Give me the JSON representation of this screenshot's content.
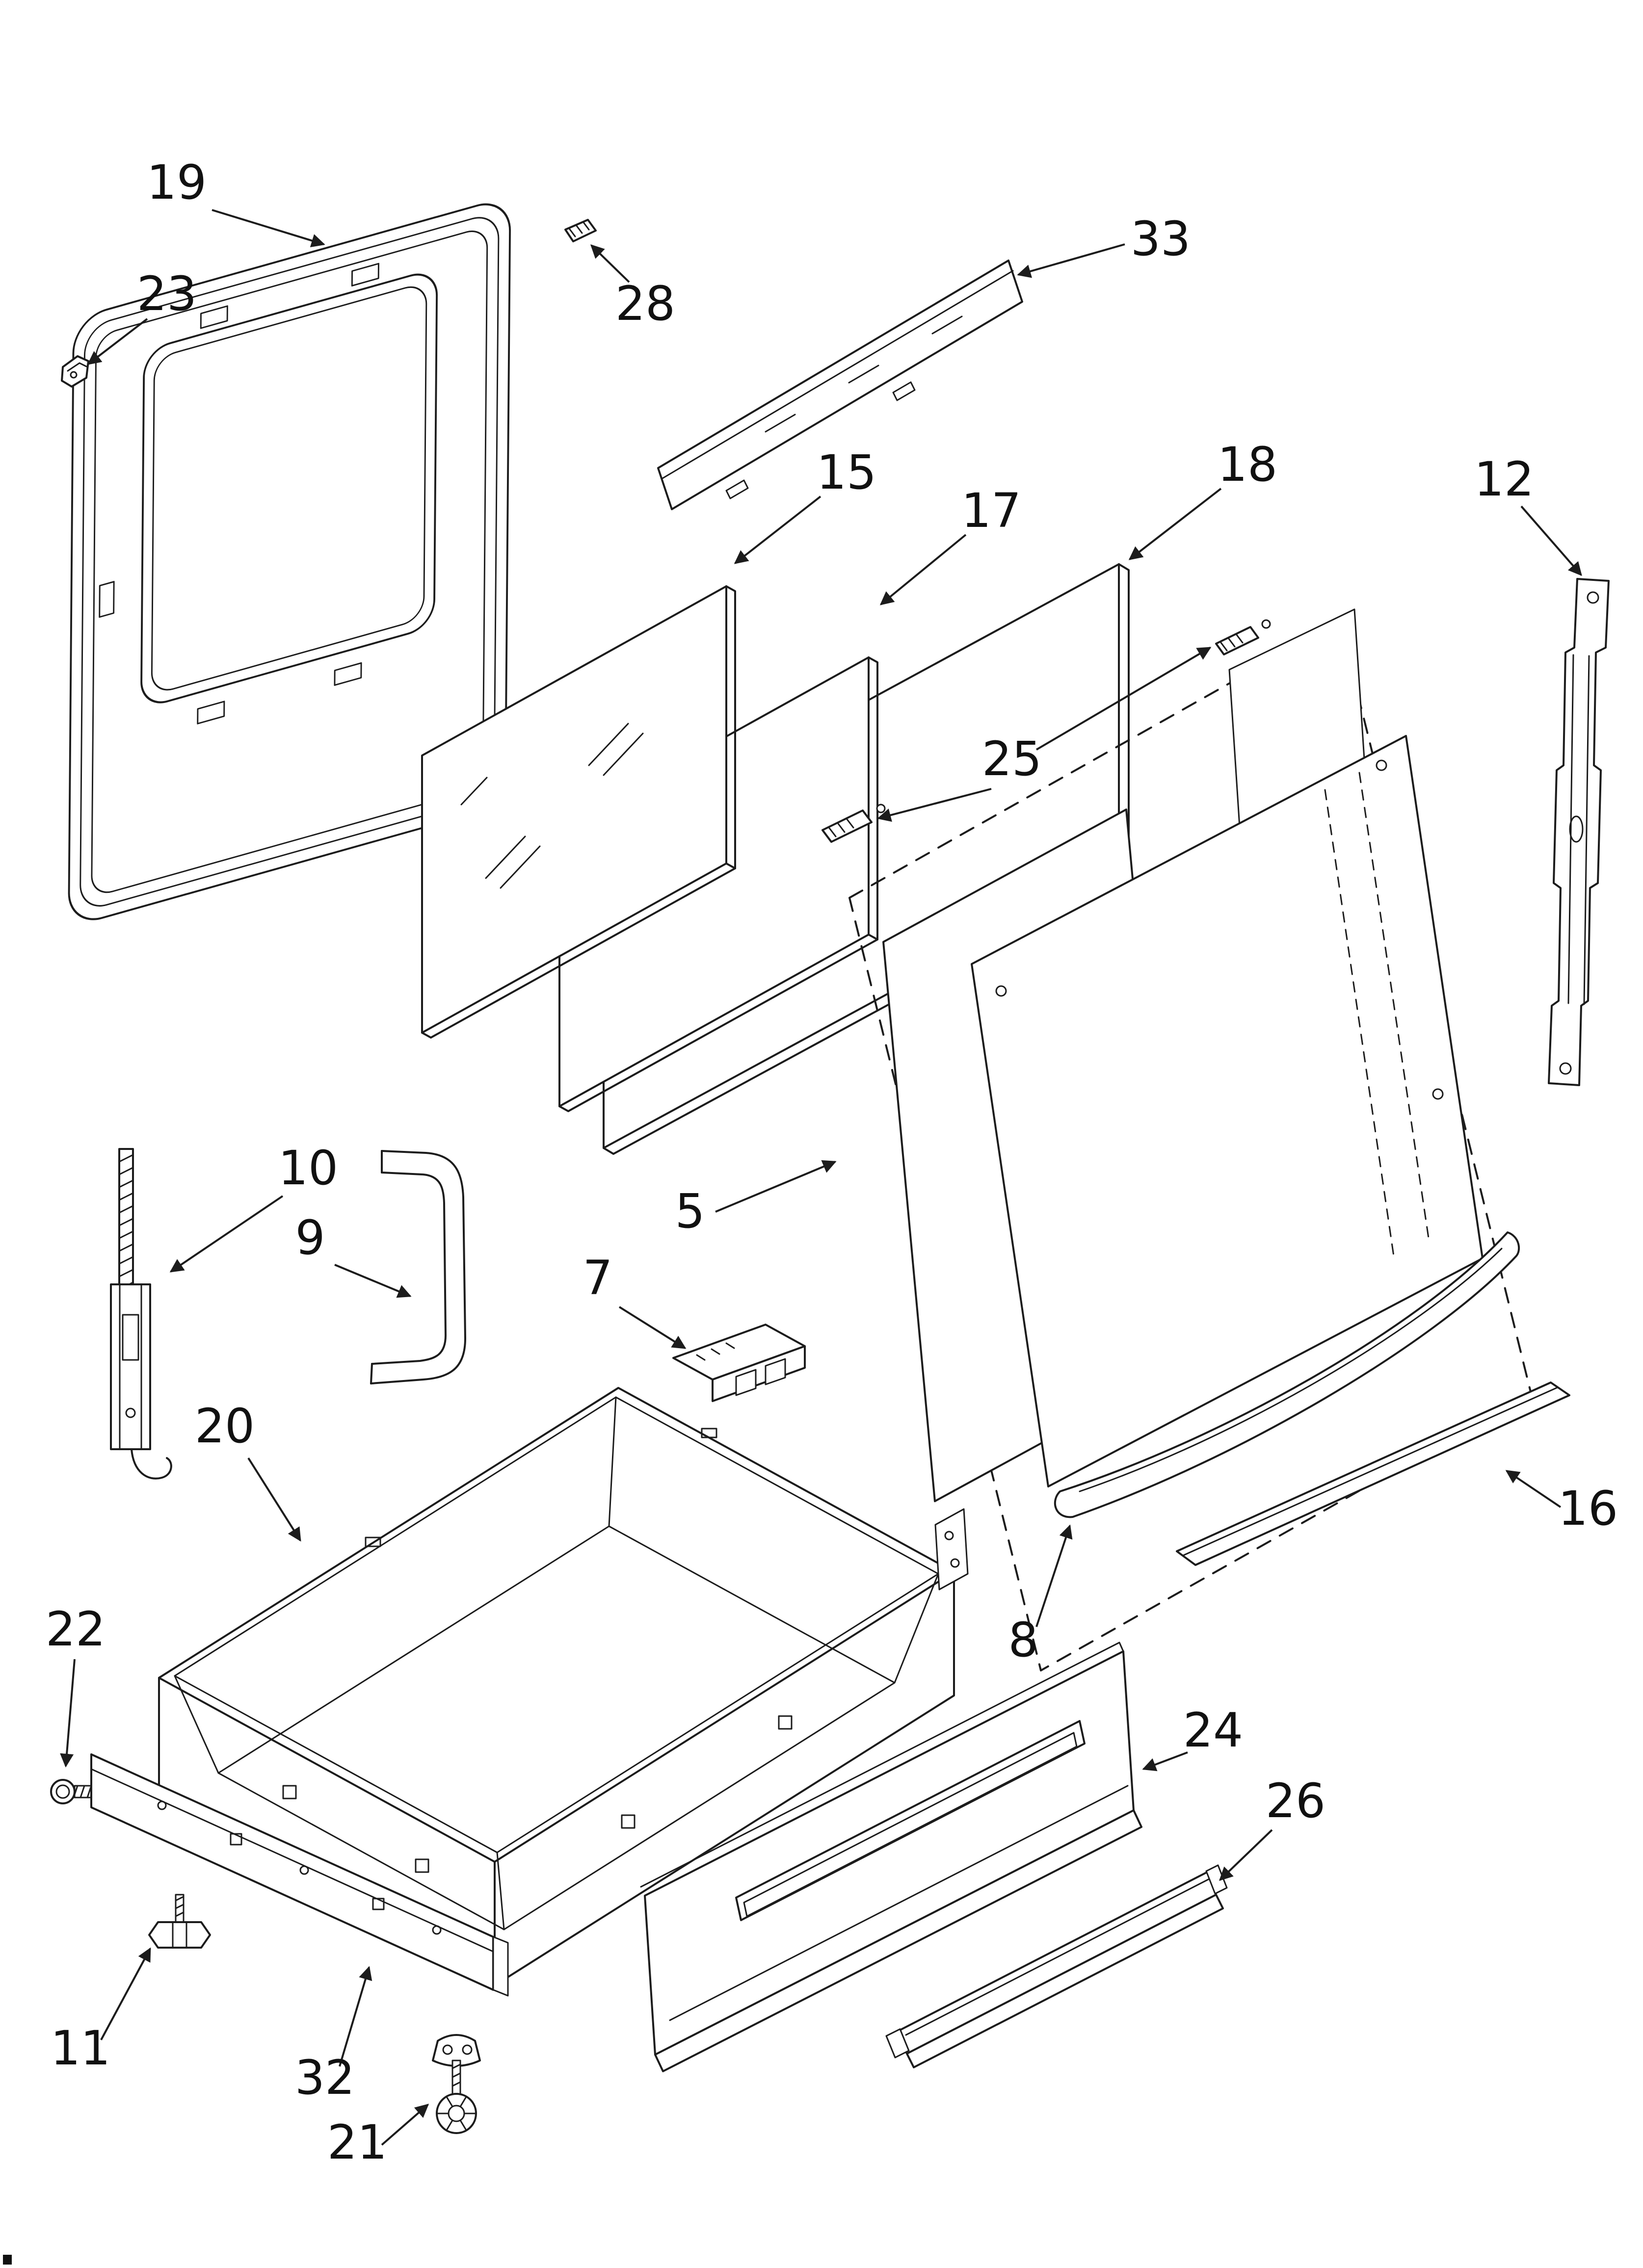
{
  "page": {
    "background": "#ffffff",
    "line_color": "#1c1c1c",
    "type": "exploded-parts-diagram",
    "subject": "oven door and drawer parts"
  },
  "diagram": {
    "callouts": [
      {
        "part": "19"
      },
      {
        "part": "23"
      },
      {
        "part": "28"
      },
      {
        "part": "33"
      },
      {
        "part": "15"
      },
      {
        "part": "17"
      },
      {
        "part": "18"
      },
      {
        "part": "12"
      },
      {
        "part": "25"
      },
      {
        "part": "5"
      },
      {
        "part": "10"
      },
      {
        "part": "9"
      },
      {
        "part": "7"
      },
      {
        "part": "20"
      },
      {
        "part": "22"
      },
      {
        "part": "16"
      },
      {
        "part": "8"
      },
      {
        "part": "24"
      },
      {
        "part": "26"
      },
      {
        "part": "11"
      },
      {
        "part": "32"
      },
      {
        "part": "21"
      }
    ]
  }
}
